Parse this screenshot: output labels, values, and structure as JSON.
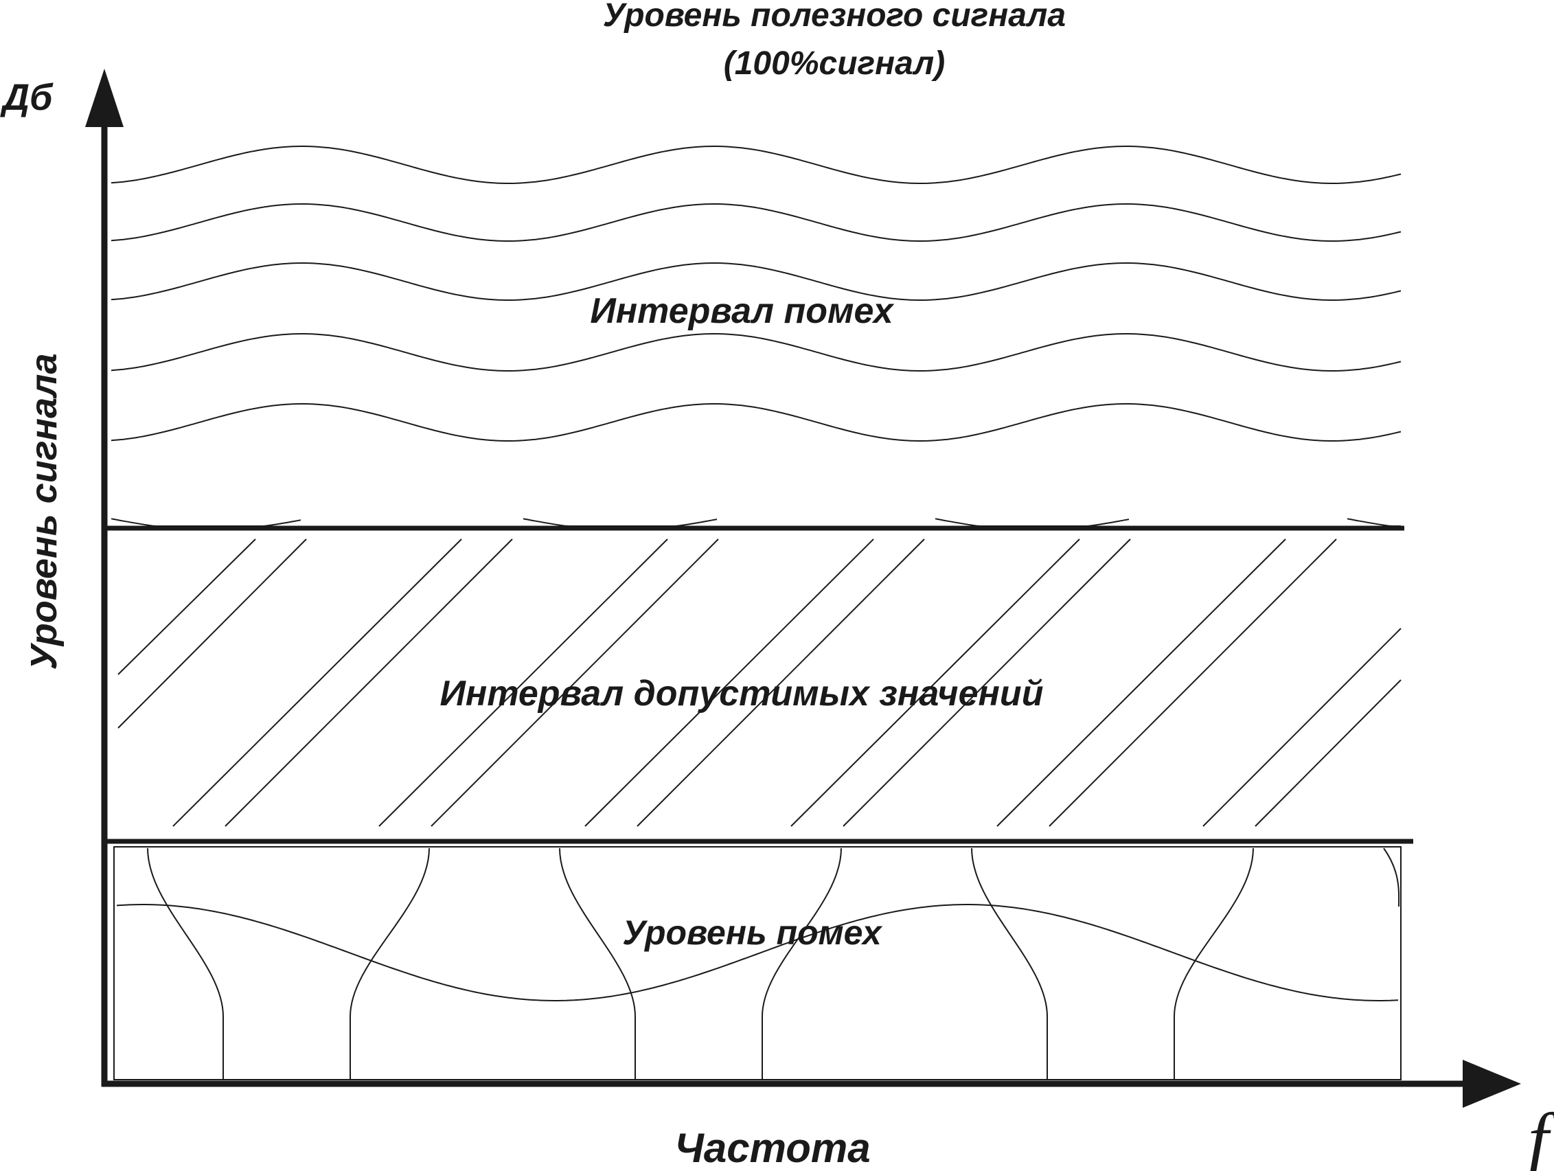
{
  "title": {
    "line1": "Уровень полезного сигнала",
    "line2": "(100%сигнал)"
  },
  "axes": {
    "y_unit": "Дб",
    "y_label": "Уровень  сигнала",
    "x_label": "Частота",
    "x_symbol": "f"
  },
  "zones": {
    "noise_interval": "Интервал помех",
    "allowed_interval": "Интервал допустимых значений",
    "noise_level": "Уровень помех"
  },
  "colors": {
    "ink": "#1a1a1a",
    "background": "#ffffff"
  }
}
